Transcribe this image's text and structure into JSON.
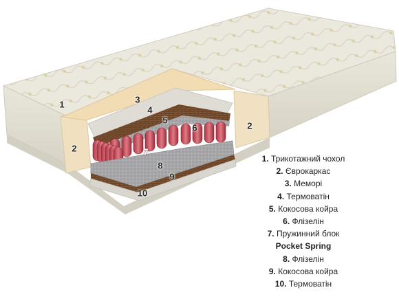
{
  "callouts": [
    "1",
    "2",
    "3",
    "4",
    "5",
    "6",
    "7",
    "8",
    "9",
    "10"
  ],
  "legend": [
    {
      "num": "1.",
      "text": " Трикотажний чохол"
    },
    {
      "num": "2.",
      "text": " Єврокаркас"
    },
    {
      "num": "3.",
      "text": " Меморі"
    },
    {
      "num": "4.",
      "text": " Термоватін"
    },
    {
      "num": "5.",
      "text": " Кокосова койра"
    },
    {
      "num": "6.",
      "text": " Флізелін"
    },
    {
      "num": "7.",
      "text": " Пружинний блок"
    },
    {
      "num": "",
      "text": "Pocket Spring"
    },
    {
      "num": "8.",
      "text": " Флізелін"
    },
    {
      "num": "9.",
      "text": " Кокосова койра"
    },
    {
      "num": "10.",
      "text": " Термоватін"
    }
  ],
  "colors": {
    "fabric": "#e9e6da",
    "foam": "#f0d9b3",
    "thermowatin": "#dcdad2",
    "coconut": "#6a4527",
    "spring": "#c9505e",
    "fleece": "#a2a2a4"
  }
}
